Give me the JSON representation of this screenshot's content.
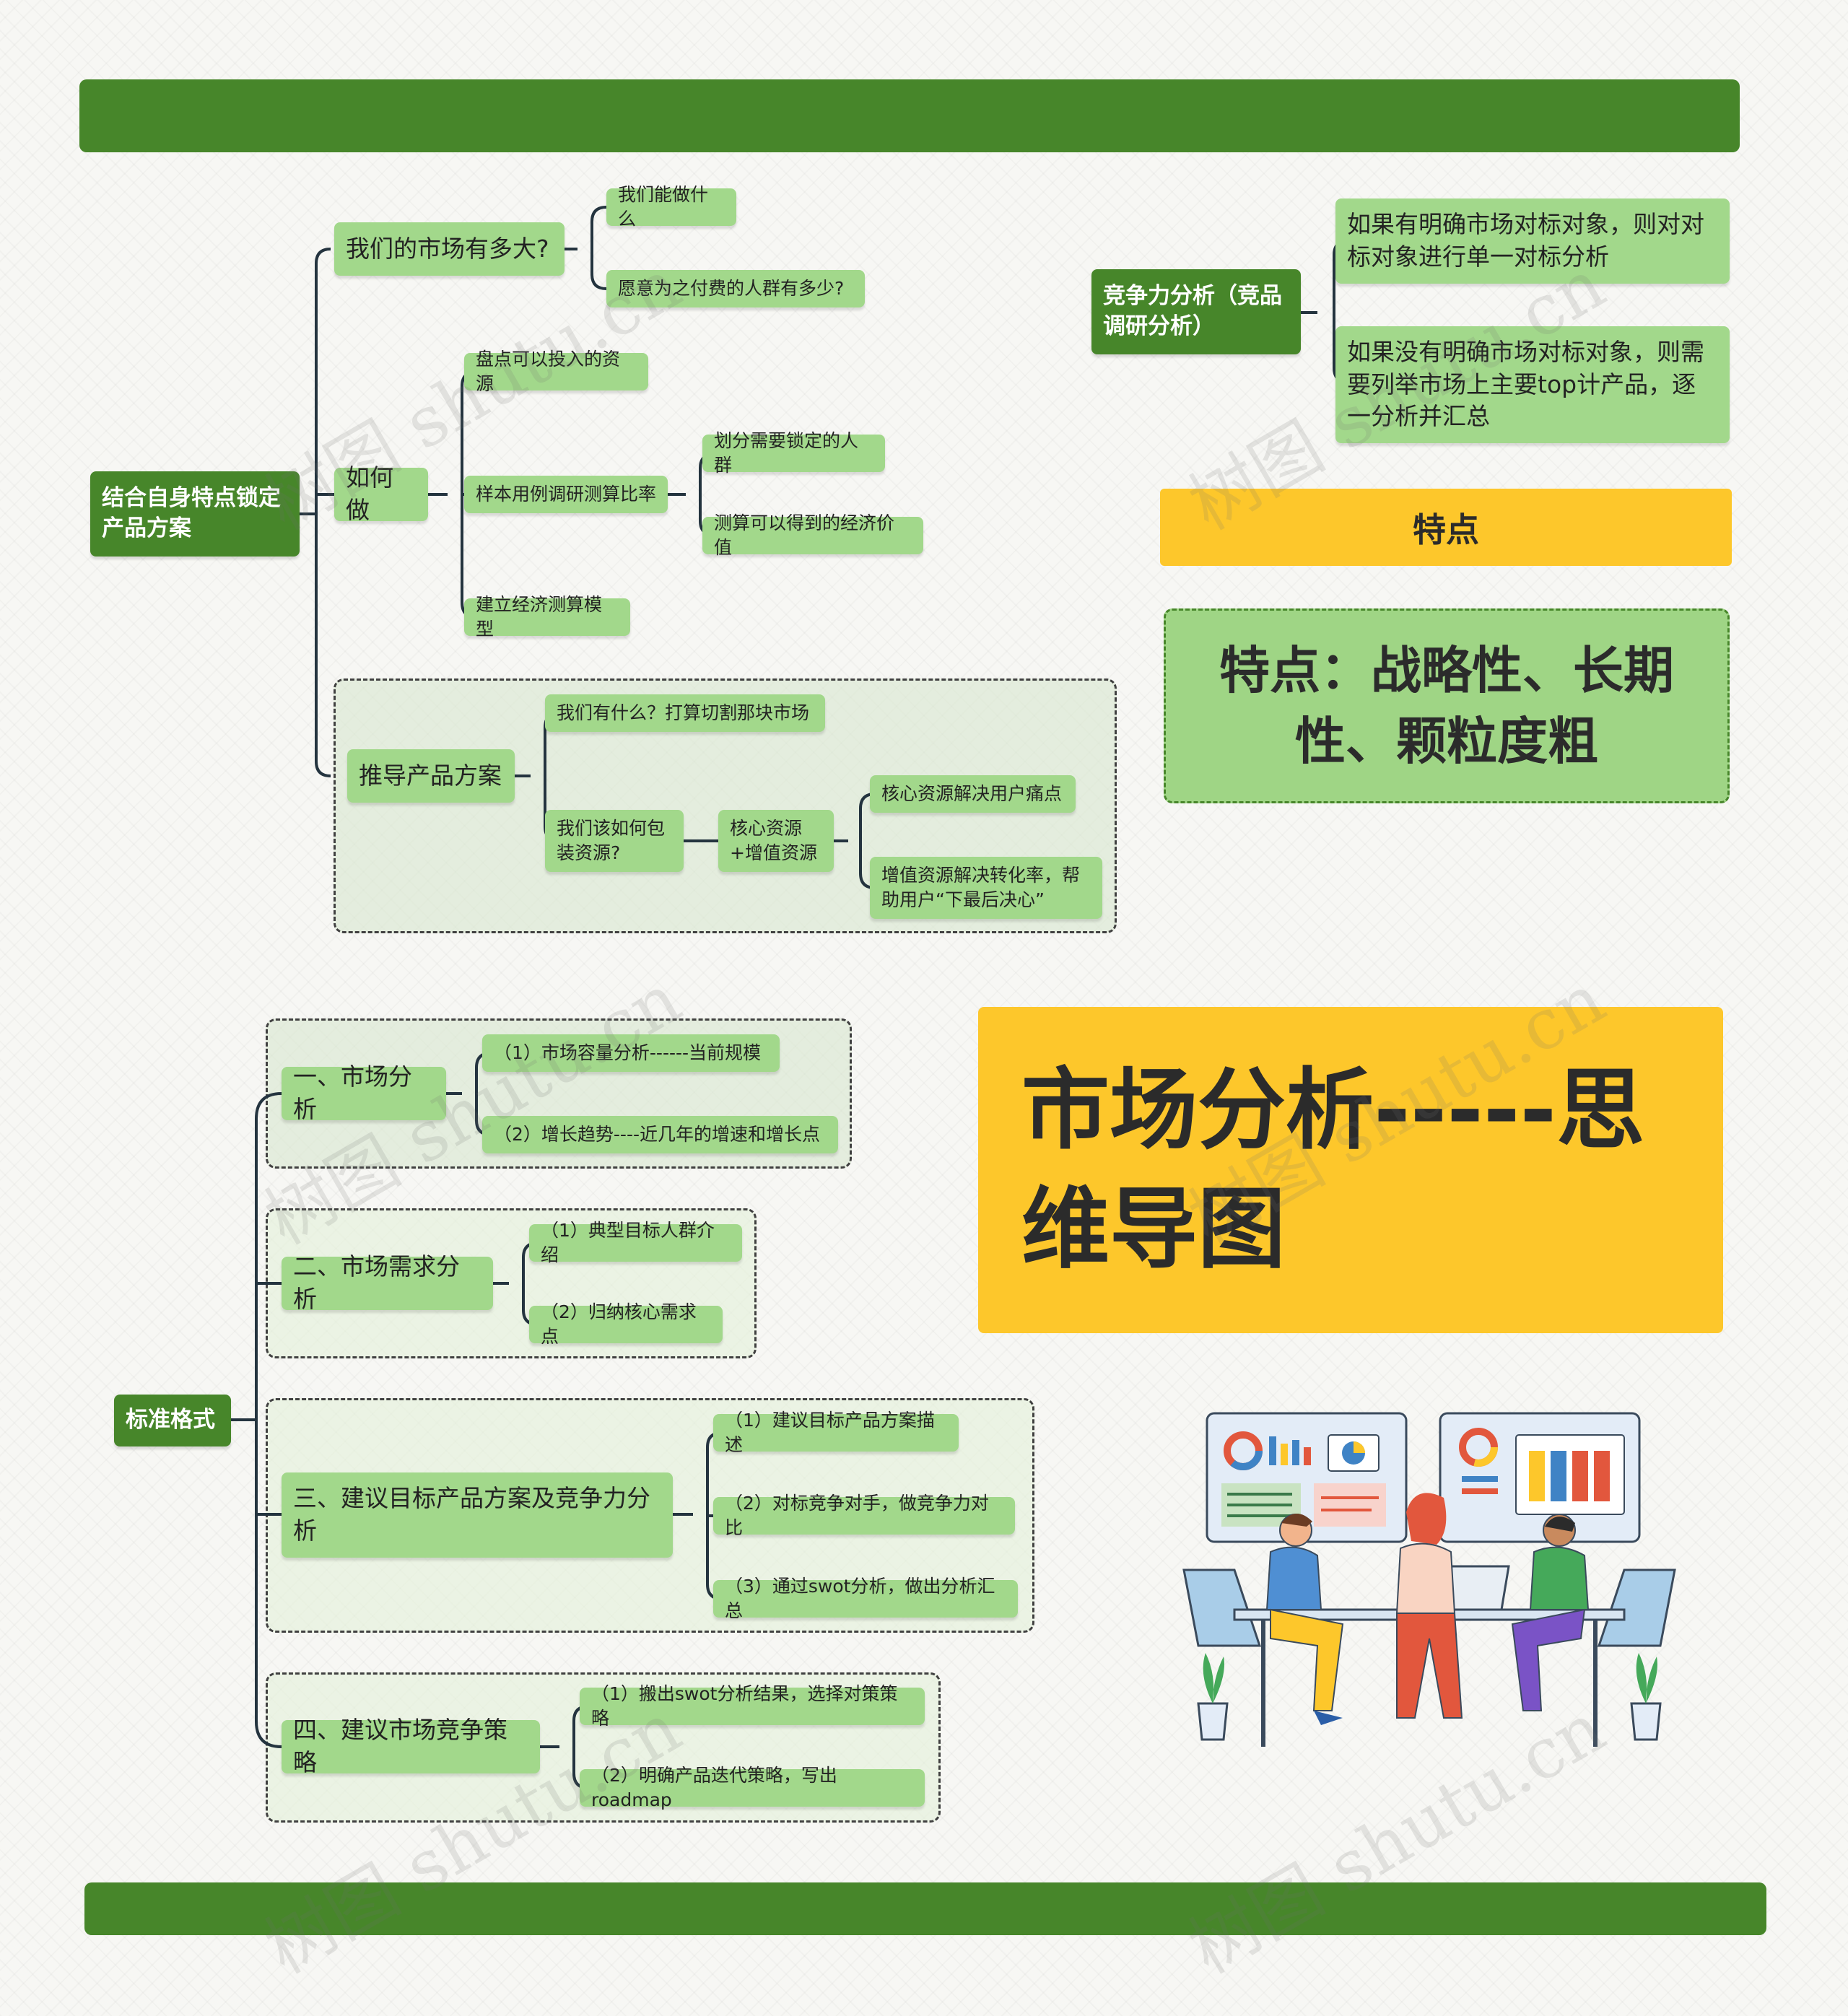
{
  "mindmap_top": {
    "root": "结合自身特点锁定产品方案",
    "market_size": "我们的市场有多大?",
    "what_we_do": "我们能做什么",
    "who_pays": "愿意为之付费的人群有多少?",
    "how": "如何做",
    "resources": "盘点可以投入的资源",
    "sample": "样本用例调研测算比率",
    "divide_group": "划分需要锁定的人群",
    "econ_value": "测算可以得到的经济价值",
    "econ_model": "建立经济测算模型",
    "derive": "推导产品方案",
    "what_have": "我们有什么？打算切割那块市场",
    "package": "我们该如何包装资源?",
    "core_plus": "核心资源+增值资源",
    "core_pain": "核心资源解决用户痛点",
    "value_added": "增值资源解决转化率，帮助用户“下最后决心”"
  },
  "competition": {
    "root": "竞争力分析（竞品调研分析）",
    "branch1": "如果有明确市场对标对象，则对对标对象进行单一对标分析",
    "branch2": "如果没有明确市场对标对象，则需要列举市场上主要top计产品，逐一分析并汇总"
  },
  "feature": {
    "heading": "特点",
    "text": "特点：战略性、长期性、颗粒度粗"
  },
  "title": "市场分析-----思维导图",
  "mindmap_bottom": {
    "root": "标准格式",
    "s1": "一、市场分析",
    "s1a": "（1）市场容量分析------当前规模",
    "s1b": "（2）增长趋势----近几年的增速和增长点",
    "s2": "二、市场需求分析",
    "s2a": "（1）典型目标人群介绍",
    "s2b": "（2）归纳核心需求点",
    "s3": "三、建议目标产品方案及竞争力分析",
    "s3a": "（1）建议目标产品方案描述",
    "s3b": "（2）对标竞争对手，做竞争力对比",
    "s3c": "（3）通过swot分析，做出分析汇总",
    "s4": "四、建议市场竞争策略",
    "s4a": "（1）搬出swot分析结果，选择对策策略",
    "s4b": "（2）明确产品迭代策略，写出roadmap"
  },
  "watermark": "树图 shutu.cn",
  "colors": {
    "dark_green": "#47862a",
    "light_green": "#a2d88b",
    "yellow": "#fdc72b"
  }
}
